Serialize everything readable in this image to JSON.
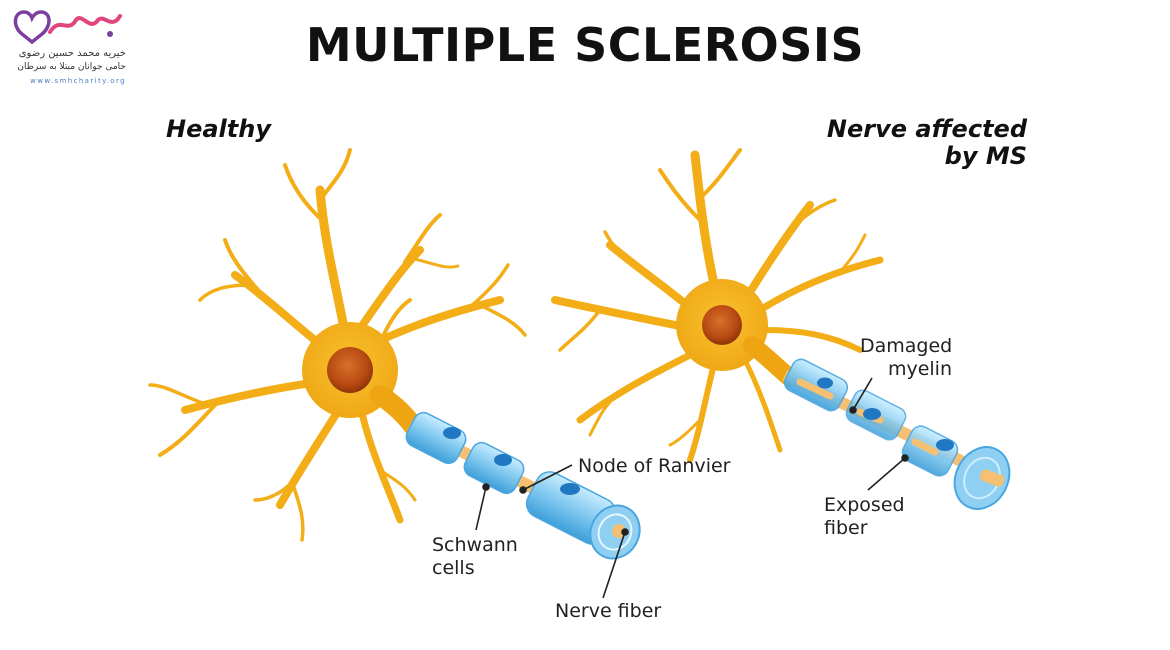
{
  "title": "MULTIPLE SCLEROSIS",
  "logo": {
    "line1": "خیریه محمد حسین رضوی",
    "line2": "حامی جوانان مبتلا به سرطان",
    "url": "www.smhcharity.org"
  },
  "panels": {
    "healthy": {
      "heading": "Healthy",
      "labels": {
        "node_of_ranvier": "Node of Ranvier",
        "schwann_line1": "Schwann",
        "schwann_line2": "cells",
        "nerve_fiber": "Nerve fiber"
      }
    },
    "ms": {
      "heading_line1": "Nerve affected",
      "heading_line2": "by MS",
      "labels": {
        "damaged_line1": "Damaged",
        "damaged_line2": "myelin",
        "exposed_line1": "Exposed",
        "exposed_line2": "fiber"
      }
    }
  },
  "colors": {
    "neuron": "#f4b21c",
    "neuron_dark": "#e39a10",
    "nucleus": "#c9581a",
    "myelin": "#8fd0f2",
    "myelin_dark": "#3f9fd8",
    "axon": "#f6c073",
    "schwann_nucleus": "#1f78c1"
  }
}
